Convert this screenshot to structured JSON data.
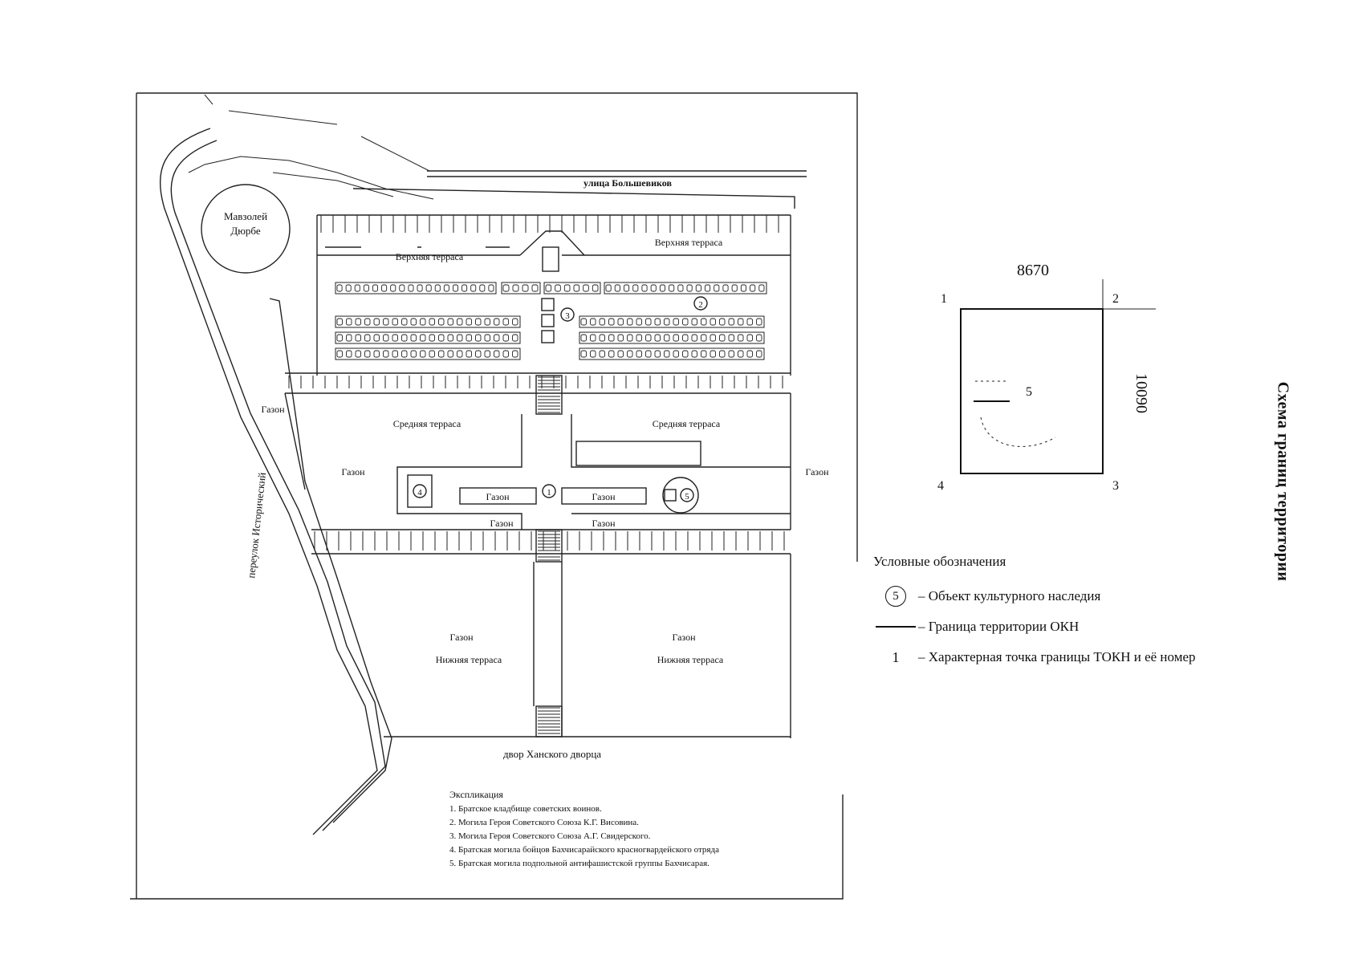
{
  "plan": {
    "street_top": "улица Большевиков",
    "lane_left": "переулок Исторический",
    "mausoleum": [
      "Мавзолей",
      "Дюрбе"
    ],
    "upper_terrace_left": "Верхняя терраса",
    "upper_terrace_right": "Верхняя терраса",
    "middle_terrace_left": "Средняя терраса",
    "middle_terrace_right": "Средняя терраса",
    "lawn": "Газон",
    "lower_terrace_left": "Нижняя терраса",
    "lower_terrace_right": "Нижняя терраса",
    "khan_palace_yard": "двор Ханского дворца",
    "markers": [
      "1",
      "2",
      "3",
      "4",
      "5"
    ]
  },
  "explication": {
    "title": "Экспликация",
    "items": [
      "1. Братское кладбище советских воинов.",
      "2. Могила Героя Советского Союза К.Г. Висовина.",
      "3. Могила Героя Советского Союза А.Г. Свидерского.",
      "4. Братская могила бойцов Бахчисарайского красногвардейского отряда",
      "5. Братская могила подпольной антифашистской группы Бахчисарая."
    ]
  },
  "boundary": {
    "width": "8670",
    "height": "10090",
    "object_number": "5",
    "points": [
      "1",
      "2",
      "3",
      "4"
    ]
  },
  "legend": {
    "heading": "Условные обозначения",
    "circle_symbol": "5",
    "circle_text": "– Объект культурного наследия",
    "line_text": "– Граница территории ОКН",
    "point_symbol": "1",
    "point_text": "– Характерная точка границы ТОКН и её номер"
  },
  "title": "Схема границ территории"
}
